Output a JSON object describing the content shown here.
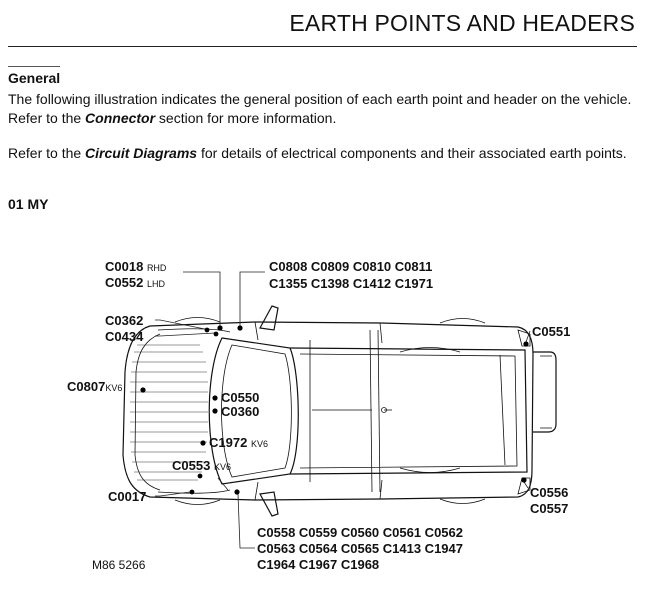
{
  "header": {
    "title": "EARTH POINTS AND HEADERS"
  },
  "general": {
    "heading": "General",
    "para1_a": "The following illustration indicates the general position of each earth point and header on the vehicle. Refer to the ",
    "para1_link": "Connector",
    "para1_b": "  section for more information.",
    "para2_a": "Refer to the ",
    "para2_link": "Circuit Diagrams",
    "para2_b": "  for details of electrical components and their associated earth points."
  },
  "model_year": "01 MY",
  "figure_ref": "M86 5266",
  "labels": {
    "c0018": "C0018",
    "rhd": "RHD",
    "c0552": "C0552",
    "lhd": "LHD",
    "top_row1": "C0808 C0809 C0810 C0811",
    "top_row2": "C1355 C1398 C1412 C1971",
    "c0362": "C0362",
    "c0434": "C0434",
    "c0551": "C0551",
    "c0807": "C0807",
    "kv6_a": "KV6",
    "c0550": "C0550",
    "c0360": "C0360",
    "c1972": "C1972",
    "kv6_b": "KV6",
    "c0553": "C0553",
    "kv6_c": "KV6",
    "c0017": "C0017",
    "c0556": "C0556",
    "c0557": "C0557",
    "bottom_row1": "C0558 C0559 C0560 C0561 C0562",
    "bottom_row2": "C0563 C0564 C0565 C1413 C1947",
    "bottom_row3": "C1964 C1967 C1968"
  }
}
